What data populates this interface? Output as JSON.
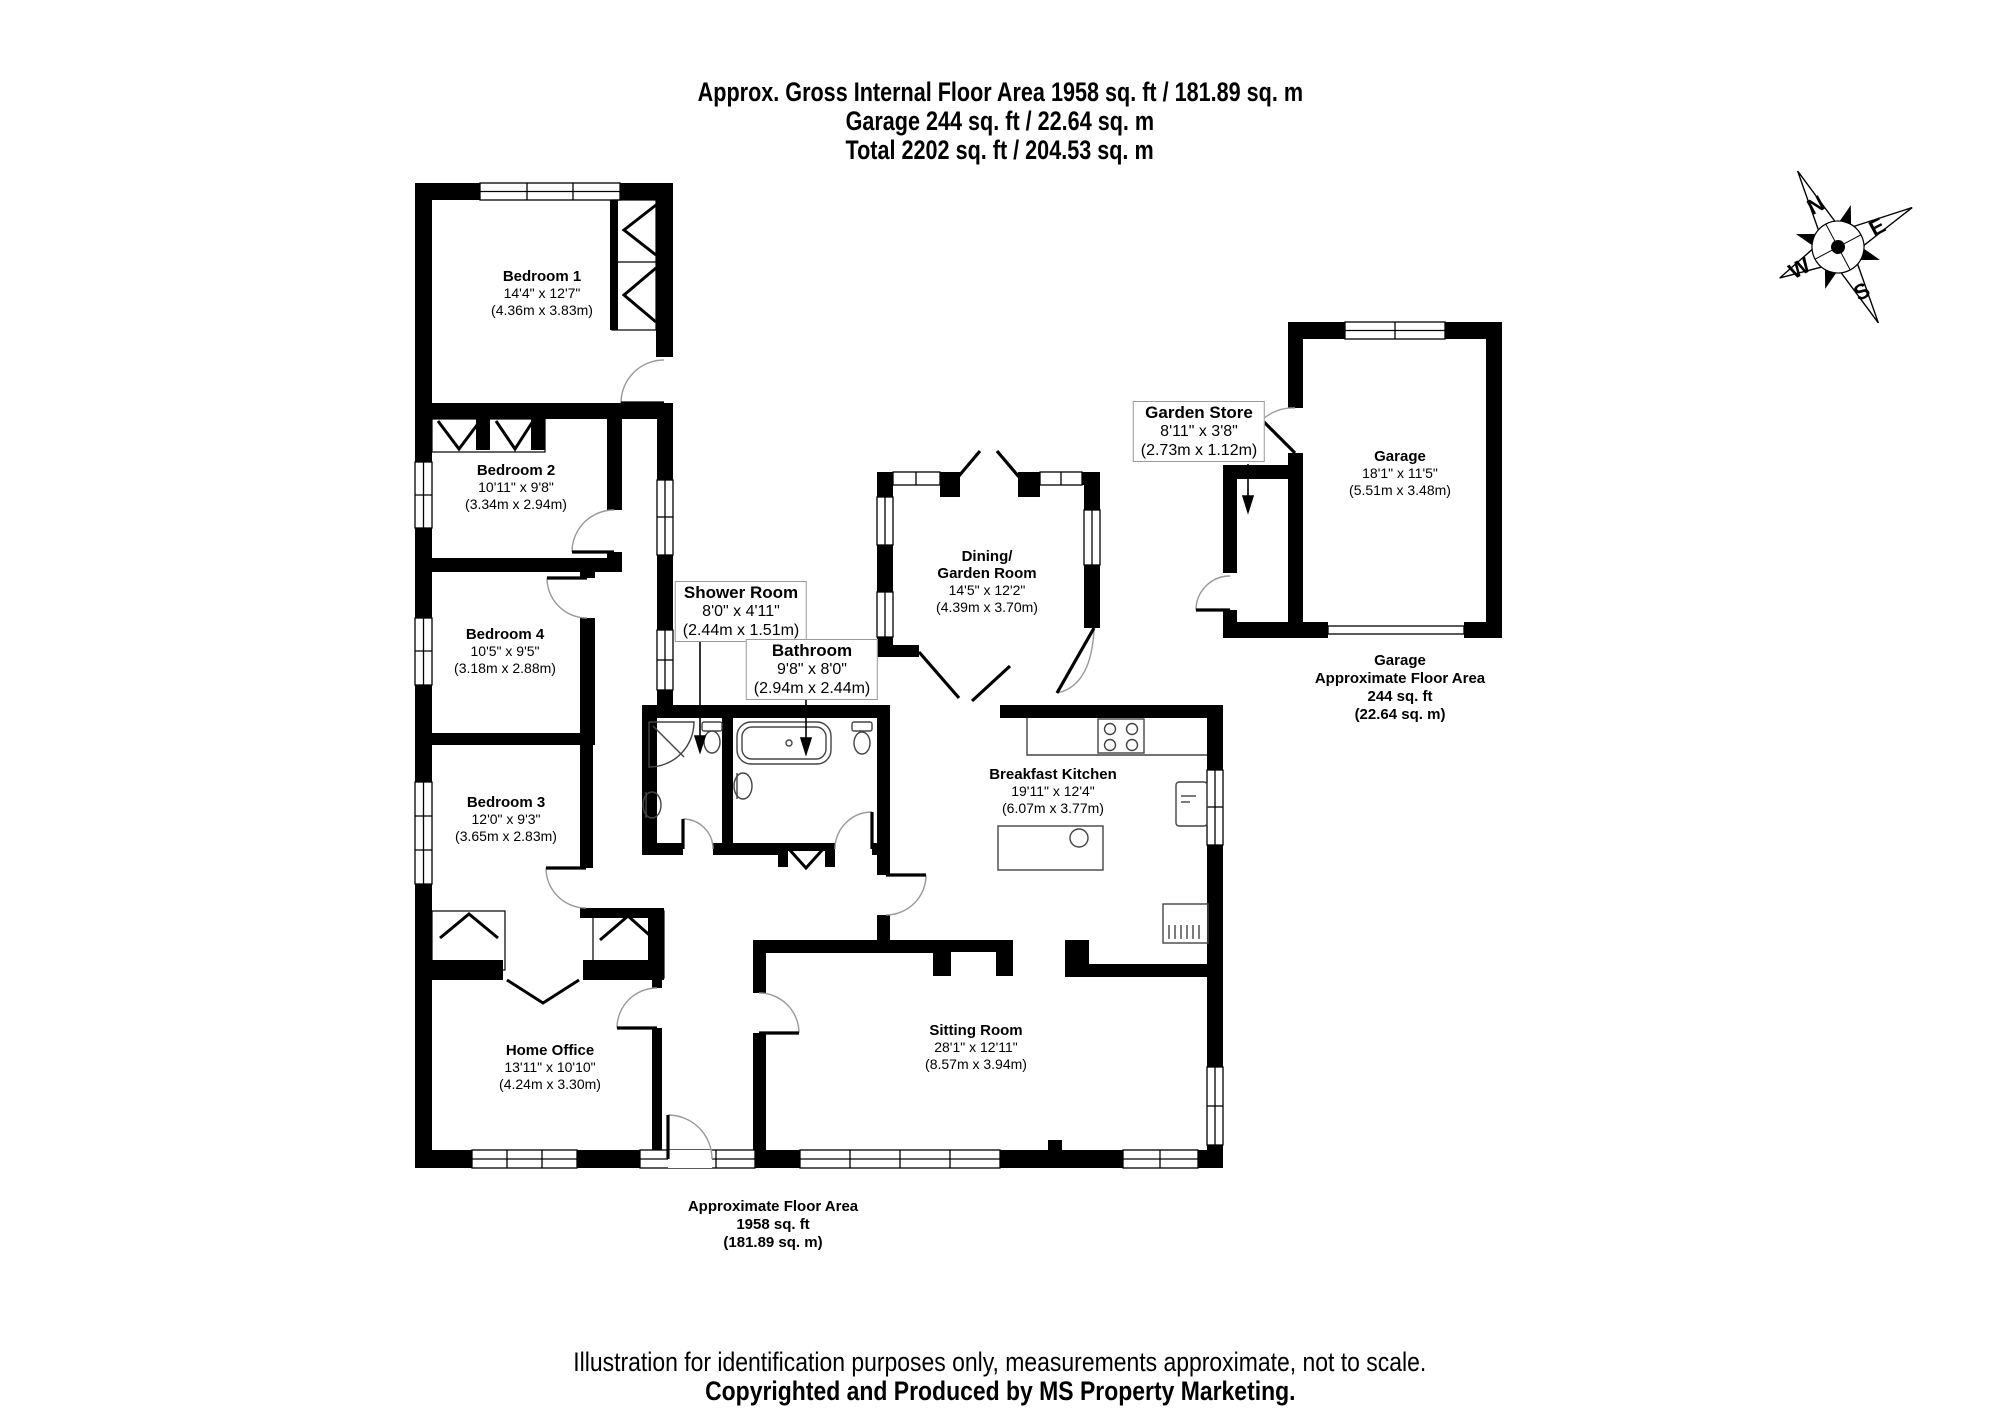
{
  "header": {
    "line1": "Approx. Gross Internal Floor Area 1958 sq. ft / 181.89 sq. m",
    "line2": "Garage 244 sq. ft / 22.64 sq. m",
    "line3": "Total 2202 sq. ft / 204.53 sq. m"
  },
  "compass": {
    "north": "N",
    "east": "E",
    "south": "S",
    "west": "W"
  },
  "rooms": {
    "bedroom1": {
      "name": "Bedroom 1",
      "dims_ft": "14'4\" x 12'7\"",
      "dims_m": "(4.36m x 3.83m)"
    },
    "bedroom2": {
      "name": "Bedroom 2",
      "dims_ft": "10'11\" x 9'8\"",
      "dims_m": "(3.34m x 2.94m)"
    },
    "bedroom4": {
      "name": "Bedroom 4",
      "dims_ft": "10'5\" x 9'5\"",
      "dims_m": "(3.18m x 2.88m)"
    },
    "bedroom3": {
      "name": "Bedroom 3",
      "dims_ft": "12'0\" x 9'3\"",
      "dims_m": "(3.65m x 2.83m)"
    },
    "home_office": {
      "name": "Home Office",
      "dims_ft": "13'11\" x 10'10\"",
      "dims_m": "(4.24m x 3.30m)"
    },
    "shower_room": {
      "name": "Shower Room",
      "dims_ft": "8'0\" x 4'11\"",
      "dims_m": "(2.44m x 1.51m)"
    },
    "bathroom": {
      "name": "Bathroom",
      "dims_ft": "9'8\" x 8'0\"",
      "dims_m": "(2.94m x 2.44m)"
    },
    "dining": {
      "name": "Dining/",
      "name2": "Garden Room",
      "dims_ft": "14'5\" x 12'2\"",
      "dims_m": "(4.39m x 3.70m)"
    },
    "kitchen": {
      "name": "Breakfast Kitchen",
      "dims_ft": "19'11\" x 12'4\"",
      "dims_m": "(6.07m x 3.77m)"
    },
    "sitting": {
      "name": "Sitting Room",
      "dims_ft": "28'1\" x 12'11\"",
      "dims_m": "(8.57m x 3.94m)"
    },
    "garden_store": {
      "name": "Garden Store",
      "dims_ft": "8'11\" x 3'8\"",
      "dims_m": "(2.73m x 1.12m)"
    },
    "garage": {
      "name": "Garage",
      "dims_ft": "18'1\" x 11'5\"",
      "dims_m": "(5.51m x 3.48m)"
    }
  },
  "notes": {
    "main_area": {
      "line1": "Approximate Floor Area",
      "line2": "1958 sq. ft",
      "line3": "(181.89 sq. m)"
    },
    "garage_area": {
      "line1": "Garage",
      "line2": "Approximate Floor Area",
      "line3": "244 sq. ft",
      "line4": "(22.64 sq. m)"
    }
  },
  "footer": {
    "line1": "Illustration for identification purposes only, measurements approximate, not to scale.",
    "line2": "Copyrighted  and Produced by MS Property Marketing."
  }
}
